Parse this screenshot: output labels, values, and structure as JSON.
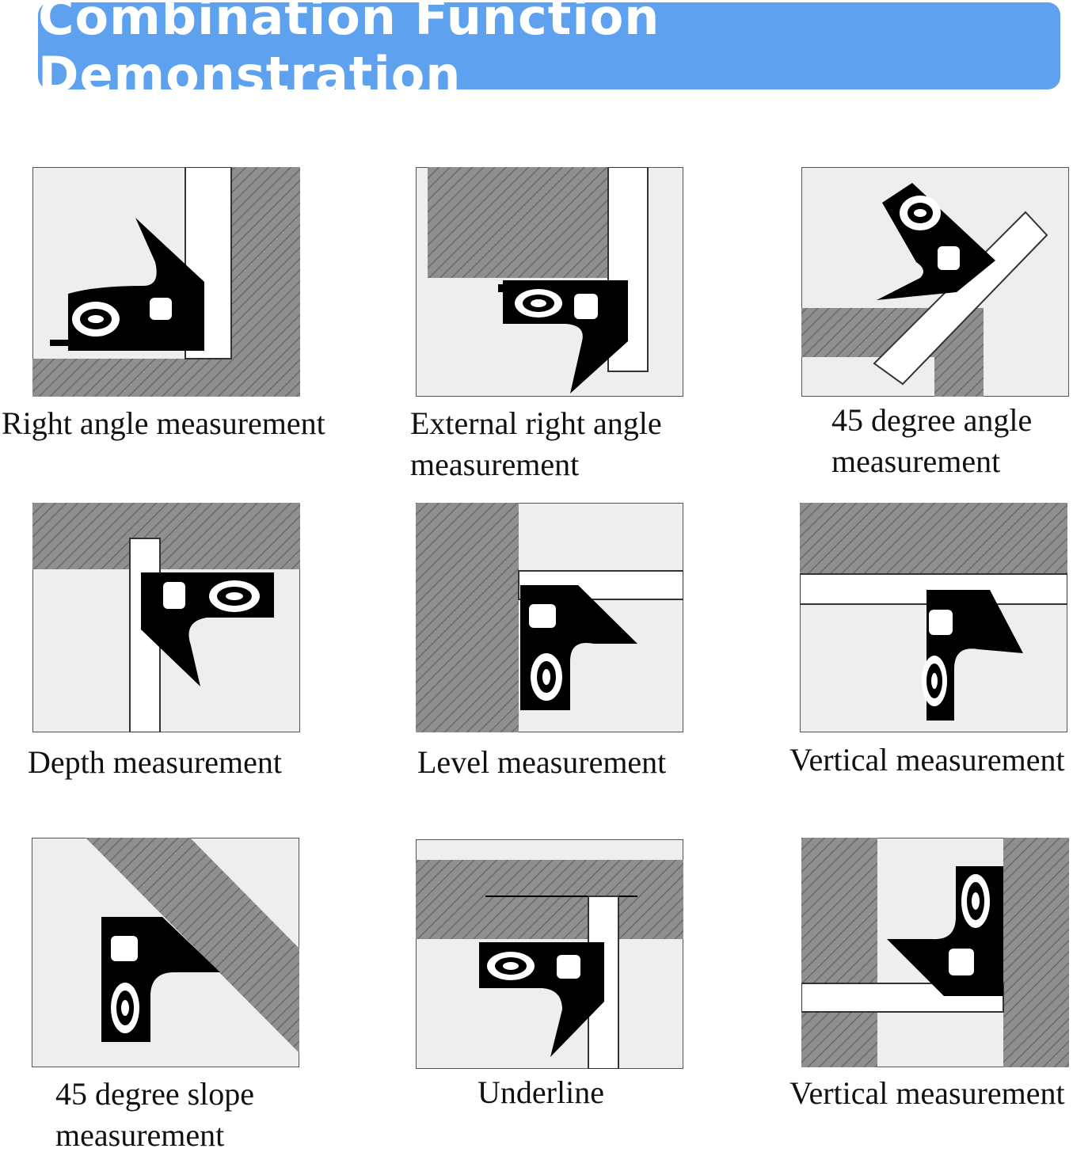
{
  "header": {
    "title": "Combination Function Demonstration"
  },
  "colors": {
    "banner": "#5ea2ef",
    "panel_bg": "#eeeeee",
    "hatch": "#8c8c8c",
    "tool": "#000000"
  },
  "panels": [
    {
      "caption": [
        "Right angle measurement"
      ]
    },
    {
      "caption": [
        "External right angle",
        "measurement"
      ]
    },
    {
      "caption": [
        "45 degree angle",
        "measurement"
      ]
    },
    {
      "caption": [
        "Depth measurement"
      ]
    },
    {
      "caption": [
        "Level measurement"
      ]
    },
    {
      "caption": [
        "Vertical measurement"
      ]
    },
    {
      "caption": [
        "45 degree slope",
        "measurement"
      ]
    },
    {
      "caption": [
        "Underline"
      ]
    },
    {
      "caption": [
        "Vertical measurement"
      ]
    }
  ]
}
